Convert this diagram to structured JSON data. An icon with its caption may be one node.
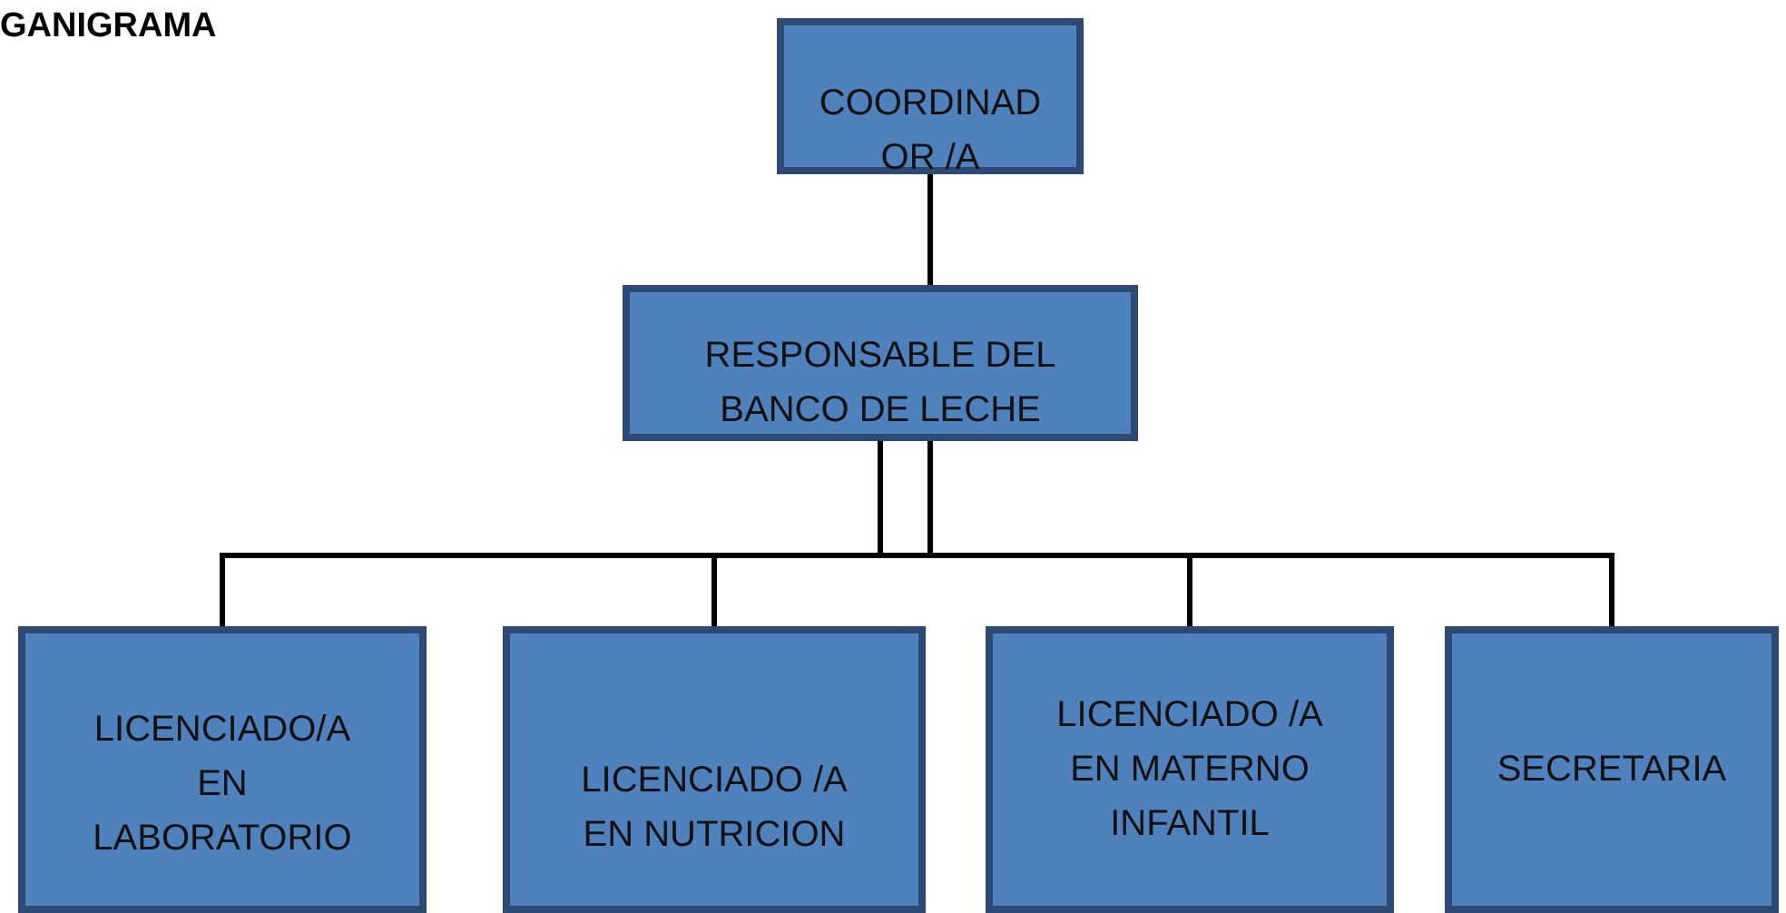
{
  "diagram": {
    "title": "GANIGRAMA",
    "nodes": [
      {
        "text": [
          "COORDINAD OR /A"
        ]
      },
      {
        "text": [
          "RESPONSABLE DEL BANCO DE LECHE"
        ]
      },
      {
        "text": [
          "LICENCIADO/A EN LABORATORIO"
        ]
      },
      {
        "text": [
          "LICENCIADO /A EN NUTRICION"
        ]
      },
      {
        "text": [
          "LICENCIADO /A EN MATERNO INFANTIL"
        ]
      },
      {
        "text": [
          "SECRETARIA"
        ]
      }
    ],
    "edges": [
      {
        "from": 0,
        "to": 1,
        "arrow": "none"
      },
      {
        "from": 1,
        "to": 2,
        "arrow": "none"
      },
      {
        "from": 1,
        "to": 3,
        "arrow": "none"
      },
      {
        "from": 1,
        "to": 4,
        "arrow": "none"
      },
      {
        "from": 1,
        "to": 5,
        "arrow": "none"
      }
    ]
  }
}
